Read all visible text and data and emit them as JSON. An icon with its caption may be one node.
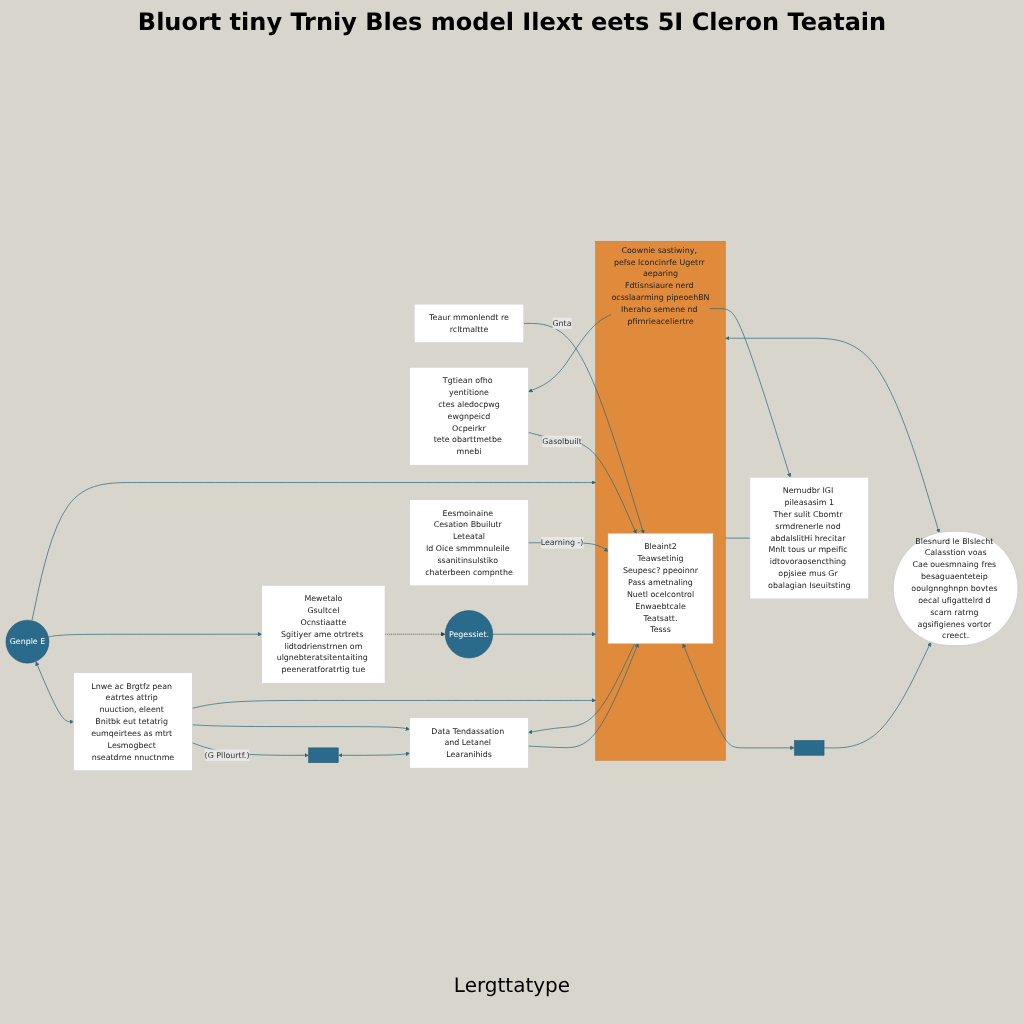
{
  "diagram": {
    "title": "Bluort tiny Trniy Bles model Ilext eets 5I Cleron Teatain",
    "nodes": [
      {
        "text": [
          "Genple E"
        ]
      },
      {
        "text": [
          "Lnwe ac Brgtfz pean eatrtes attrip nuuction, eleent Bnitbk eut tetatrig eumqeirtees as mtrt Lesmogbect nseatdrne nnuctnme"
        ]
      },
      {
        "text": [],
        "shape": "box"
      },
      {
        "text": [
          "Mewetalo",
          "Gsultcel",
          "Ocnstiaatte",
          "Sgitiyer ame otrtrets lidtodrienstrnen om",
          "ulgnebteratsitentaiting peeneratforatrtig tue"
        ]
      },
      {
        "text": [
          "Teaur mmonlendt re",
          "rcltmaltte"
        ]
      },
      {
        "text": [
          "Tgtiean ofho yentitione",
          "ctes aledocpwg",
          "ewgnpeicd",
          "Ocpeirkr",
          "tete obarttmetbe mnebi"
        ]
      },
      {
        "text": [
          "Coownie sastiwiny, pefse lconcinrfe Ugetrr aeparing",
          "Fdtisnsiaure nerd ocsslaarming pipeoehBN",
          "Iheraho semene nd pfirnrieaceliertre"
        ]
      },
      {
        "text": [
          "Bleaint2",
          "Teawsetinig",
          "Seupesc? ppeoinnr",
          "Pass ametnaling",
          "Nuetl ocelcontrol",
          "Enwaebtcale",
          "Teatsatt.",
          "Tesss"
        ],
        "in": 6
      },
      {
        "text": [
          "Data Tendassation and Letanel Learanihids"
        ]
      },
      {
        "text": [
          "Eesmoinaine Cesation Bbuilutr Leteatal",
          "Id Oice smmmnuleile ssanitinsulstiko chaterbeen compnthe"
        ]
      },
      {
        "text": [],
        "shape": "box"
      },
      {
        "text": [
          "Pegessiet."
        ]
      },
      {
        "text": [
          "Nernudbr IGI pileasasim 1",
          "Ther sulit Cbomtr srmdrenerle nod abdalslitHi hrecitar Mnlt tous ur mpeific idtovoraosencthing opjsiee mus Gr obalagian Iseuitsting"
        ]
      },
      {
        "text": [
          "Blesnurd le Blslecht Calasstion voas",
          "Cae ouesmnaing fres besaguaenteteip ooulgnnghnpn bovtes oecal ufigattelrd d scarn ratrng agsifigienes vortor creect."
        ]
      }
    ],
    "edges": [
      {
        "from": 0,
        "to": 1,
        "arrow": "both"
      },
      {
        "from": 1,
        "to": 6,
        "arrow": "to"
      },
      {
        "from": 1,
        "to": 2,
        "arrow": "to",
        "label": "(G Pllourtf.)"
      },
      {
        "from": 2,
        "to": 8,
        "arrow": "both"
      },
      {
        "from": 0,
        "to": 6,
        "arrow": "to"
      },
      {
        "from": 1,
        "to": 8,
        "arrow": "to"
      },
      {
        "from": 8,
        "to": 7,
        "arrow": "to"
      },
      {
        "from": 7,
        "to": 8,
        "arrow": "to"
      },
      {
        "from": 4,
        "to": 7,
        "arrow": "to",
        "label": "Gnta"
      },
      {
        "from": 5,
        "to": 7,
        "arrow": "to",
        "label": "Gasolbuilt"
      },
      {
        "from": 9,
        "to": 7,
        "arrow": "to",
        "label": "Learning -)"
      },
      {
        "from": 7,
        "to": 10,
        "arrow": "both"
      },
      {
        "from": 0,
        "to": 3,
        "arrow": "to"
      },
      {
        "from": 3,
        "to": 11,
        "arrow": "to",
        "style": "dashed",
        "color": "#333333"
      },
      {
        "from": 11,
        "to": 6,
        "arrow": "to"
      },
      {
        "from": 5,
        "to": 12,
        "arrow": "both"
      },
      {
        "from": 6,
        "to": 12,
        "arrow": "none"
      },
      {
        "from": 6,
        "to": 13,
        "arrow": "both"
      },
      {
        "from": 10,
        "to": 13,
        "arrow": "to"
      }
    ],
    "labels": [
      "Lergttatype"
    ]
  }
}
